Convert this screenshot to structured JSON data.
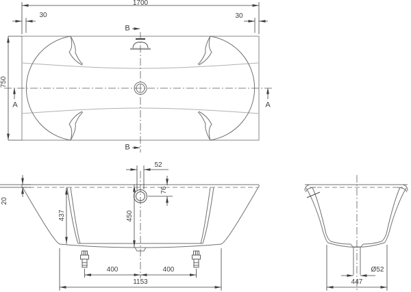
{
  "drawing": {
    "colors": {
      "outline": "#787878",
      "faint": "#b0b0b0",
      "dim": "#3d3d3d",
      "centerline": "#5a5a5a"
    },
    "plan": {
      "overall_length": "1700",
      "rim_offset_left": "30",
      "rim_offset_right": "30",
      "overall_width": "750",
      "section_a_left": "A",
      "section_a_right": "A",
      "section_b_top": "B",
      "section_b_bottom": "B"
    },
    "front": {
      "overflow_diameter": "52",
      "overflow_offset": "76",
      "rim_thickness": "20",
      "inner_depth": "437",
      "overall_height": "450",
      "foot_spacing_left": "400",
      "foot_spacing_right": "400",
      "base_length": "1153"
    },
    "side": {
      "drain_diameter": "Ø52",
      "base_width": "447"
    }
  }
}
